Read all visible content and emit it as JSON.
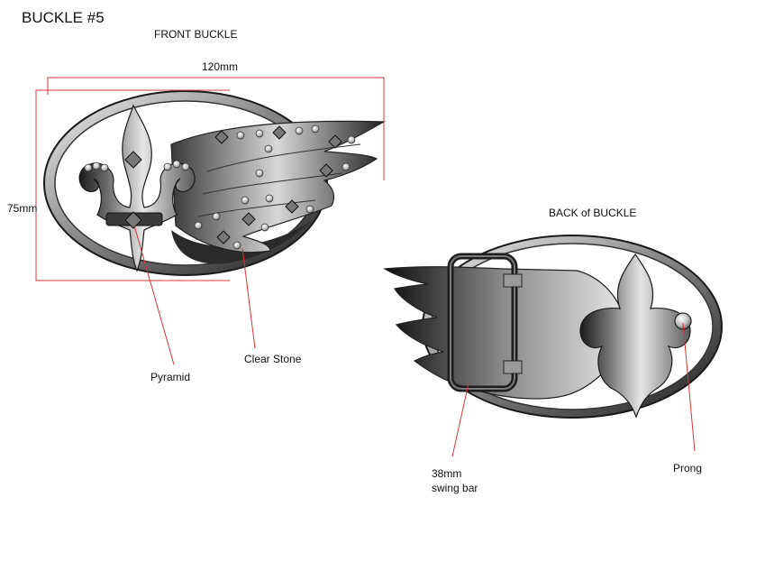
{
  "title": "BUCKLE #5",
  "front_heading": "FRONT BUCKLE",
  "back_heading": "BACK of BUCKLE",
  "dimensions": {
    "width": "120mm",
    "height": "75mm"
  },
  "callouts": {
    "pyramid": "Pyramid",
    "clear_stone": "Clear Stone",
    "swing_bar_line1": "38mm",
    "swing_bar_line2": "swing bar",
    "prong": "Prong"
  },
  "colors": {
    "dimension_line": "#d9343a",
    "metal_dark": "#1a1a1a",
    "metal_light": "#e8e8e8"
  }
}
